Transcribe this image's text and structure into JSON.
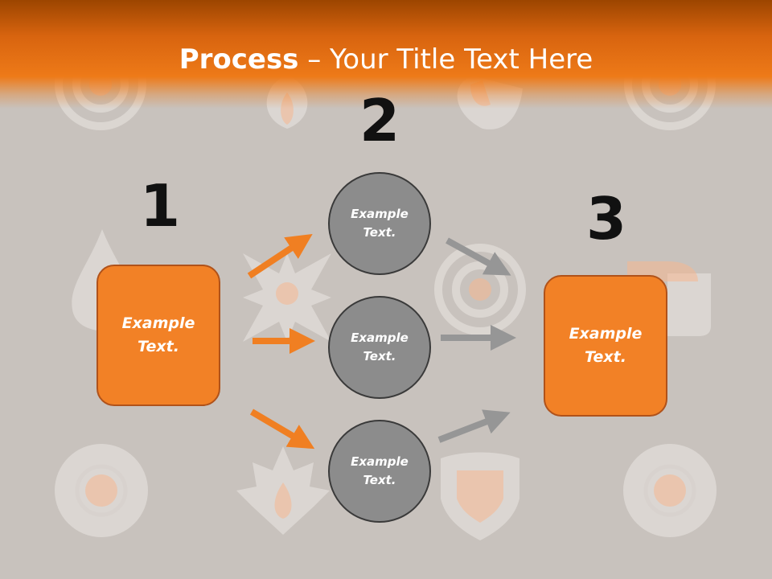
{
  "slide": {
    "title_bold": "Process",
    "title_rest": " – Your Title Text Here",
    "steps": [
      {
        "number": "1",
        "text": "Example Text."
      },
      {
        "number": "2",
        "texts": [
          "Example Text.",
          "Example Text.",
          "Example Text."
        ]
      },
      {
        "number": "3",
        "text": "Example Text."
      }
    ]
  },
  "colors": {
    "accent": "#f28126",
    "circle": "#8c8c8c",
    "background": "#c8c2bd",
    "arrow_orange": "#f07f22",
    "arrow_gray": "#969696"
  }
}
